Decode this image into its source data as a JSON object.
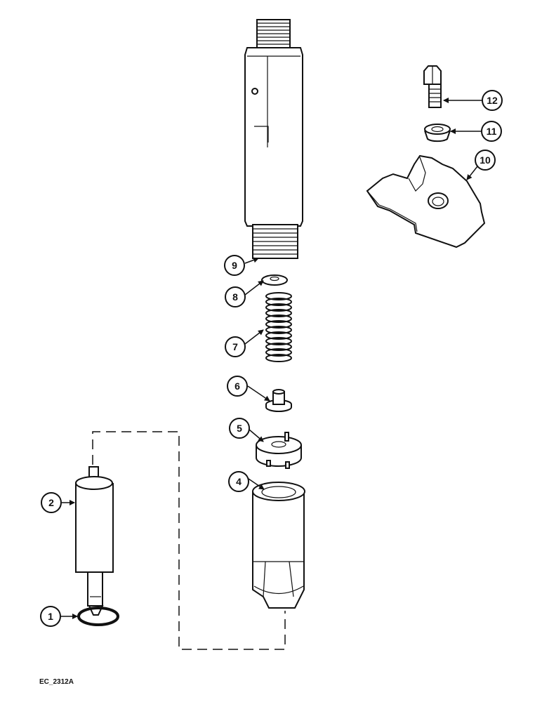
{
  "figure_ref": "EC_2312A",
  "callouts": [
    {
      "id": "1",
      "part": "o-ring seal"
    },
    {
      "id": "2",
      "part": "nozzle"
    },
    {
      "id": "4",
      "part": "nozzle cap nut"
    },
    {
      "id": "5",
      "part": "spacer"
    },
    {
      "id": "6",
      "part": "spring seat"
    },
    {
      "id": "7",
      "part": "spring"
    },
    {
      "id": "8",
      "part": "shim"
    },
    {
      "id": "9",
      "part": "injector body"
    },
    {
      "id": "10",
      "part": "clamp"
    },
    {
      "id": "11",
      "part": "spherical washer"
    },
    {
      "id": "12",
      "part": "bolt"
    }
  ],
  "colors": {
    "line": "#111111",
    "background": "#ffffff",
    "shade": "#e8e8e8"
  }
}
